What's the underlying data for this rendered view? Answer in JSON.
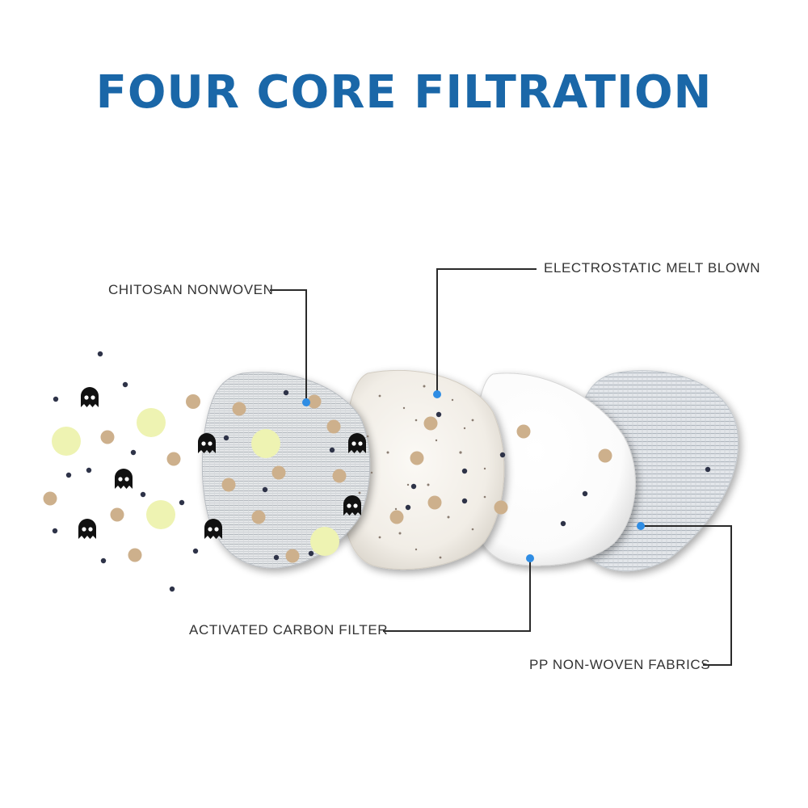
{
  "title": "FOUR CORE FILTRATION",
  "layers": {
    "chitosan_nonwoven": "CHITOSAN NONWOVEN",
    "electrostatic_melt_blown": "ELECTROSTATIC MELT BLOWN",
    "activated_carbon_filter": "ACTIVATED CARBON FILTER",
    "pp_non_woven_fabrics": "PP NON-WOVEN FABRICS"
  },
  "colors": {
    "title": "#1a67a8",
    "callout_dot": "#2f8de4",
    "pollen": "#eef3b2",
    "dust": "#cdb08c",
    "fine_particle": "#2e3348",
    "germ": "#111111"
  }
}
